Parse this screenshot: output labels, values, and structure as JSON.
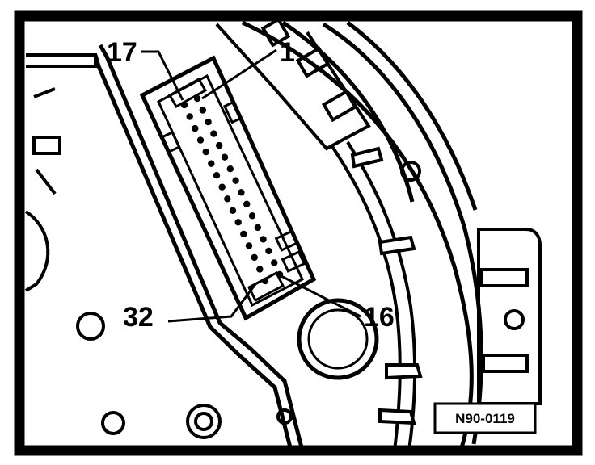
{
  "labels": {
    "pin_17": "17",
    "pin_1": "1",
    "pin_32": "32",
    "pin_16": "16"
  },
  "reference_code": "N90-0119",
  "colors": {
    "line": "#000000",
    "background": "#ffffff"
  }
}
